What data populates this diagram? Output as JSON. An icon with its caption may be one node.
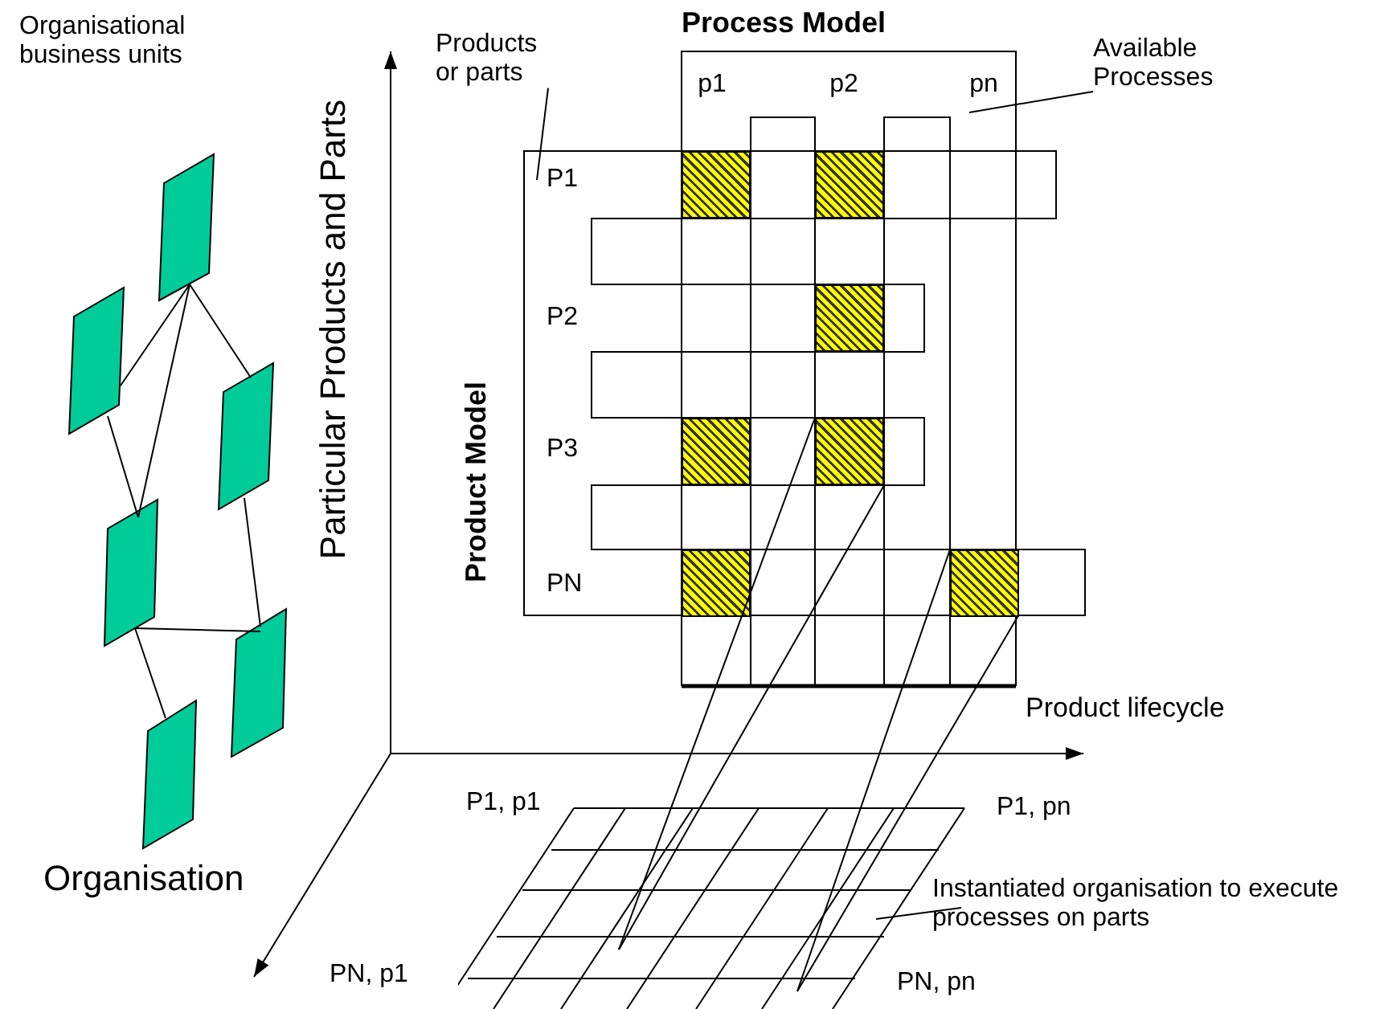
{
  "diagram": {
    "nodes": [
      {
        "text": [],
        "shape": "parallelogram"
      },
      {
        "text": [],
        "shape": "parallelogram"
      },
      {
        "text": [],
        "shape": "parallelogram"
      },
      {
        "text": [],
        "shape": "parallelogram"
      },
      {
        "text": [],
        "shape": "parallelogram"
      },
      {
        "text": [],
        "shape": "parallelogram"
      },
      {
        "text": [
          "Products or parts"
        ]
      },
      {
        "text": [
          "Process Model"
        ]
      },
      {
        "text": [
          "Available Processes"
        ]
      },
      {
        "text": [
          "Product Model"
        ]
      },
      {
        "text": [],
        "shape": "box"
      },
      {
        "text": [],
        "shape": "box"
      },
      {
        "text": [],
        "shape": "box"
      },
      {
        "text": [],
        "shape": "box"
      },
      {
        "text": [],
        "shape": "box"
      },
      {
        "text": [],
        "shape": "box"
      },
      {
        "text": [],
        "shape": "box"
      },
      {
        "text": [],
        "shape": "grid"
      },
      {
        "text": [
          "Instantiated organisation to execute processes on parts"
        ]
      }
    ],
    "edges": [
      {
        "from": 0,
        "to": 1,
        "arrow": "none"
      },
      {
        "from": 0,
        "to": 3,
        "arrow": "none"
      },
      {
        "from": 0,
        "to": 2,
        "arrow": "none"
      },
      {
        "from": 1,
        "to": 3,
        "arrow": "none"
      },
      {
        "from": 2,
        "to": 4,
        "arrow": "none"
      },
      {
        "from": 3,
        "to": 4,
        "arrow": "none"
      },
      {
        "from": 3,
        "to": 5,
        "arrow": "none"
      },
      {
        "from": 6,
        "to": 9,
        "arrow": "none"
      },
      {
        "from": 8,
        "to": 7,
        "arrow": "none"
      },
      {
        "from": 14,
        "to": 17,
        "arrow": "none"
      },
      {
        "from": 14,
        "to": 17,
        "arrow": "none"
      },
      {
        "from": 16,
        "to": 17,
        "arrow": "none"
      },
      {
        "from": 16,
        "to": 17,
        "arrow": "none"
      },
      {
        "from": 18,
        "to": 17,
        "arrow": "none"
      }
    ],
    "labels": [
      "Organisational business units",
      "p1",
      "p2",
      "pn",
      "P1",
      "P2",
      "P3",
      "PN",
      "Particular Products and Parts",
      "Product lifecycle",
      "Organisation",
      "P1, p1",
      "P1, pn",
      "PN, p1",
      "PN, pn"
    ]
  }
}
